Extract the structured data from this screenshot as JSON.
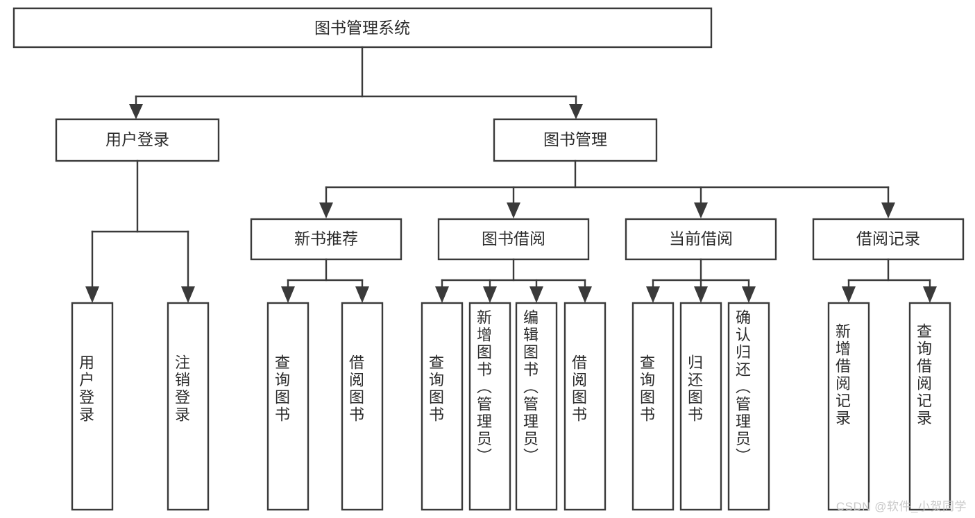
{
  "diagram": {
    "type": "tree-hierarchy",
    "title": "图书管理系统",
    "root": {
      "id": "root",
      "label": "图书管理系统",
      "orientation": "horizontal"
    },
    "level2": [
      {
        "id": "user-login",
        "label": "用户登录",
        "orientation": "horizontal"
      },
      {
        "id": "book-manage",
        "label": "图书管理",
        "orientation": "horizontal"
      }
    ],
    "level3": [
      {
        "id": "new-book-recommend",
        "label": "新书推荐",
        "orientation": "horizontal",
        "parent": "book-manage"
      },
      {
        "id": "book-borrow",
        "label": "图书借阅",
        "orientation": "horizontal",
        "parent": "book-manage"
      },
      {
        "id": "current-borrow",
        "label": "当前借阅",
        "orientation": "horizontal",
        "parent": "book-manage"
      },
      {
        "id": "borrow-record",
        "label": "借阅记录",
        "orientation": "horizontal",
        "parent": "book-manage"
      }
    ],
    "leaves": [
      {
        "id": "leaf-user-login",
        "label": "用户登录",
        "parent": "user-login",
        "orientation": "vertical"
      },
      {
        "id": "leaf-user-logout",
        "label": "注销登录",
        "parent": "user-login",
        "orientation": "vertical"
      },
      {
        "id": "leaf-query-book-1",
        "label": "查询图书",
        "parent": "new-book-recommend",
        "orientation": "vertical"
      },
      {
        "id": "leaf-borrow-book-1",
        "label": "借阅图书",
        "parent": "new-book-recommend",
        "orientation": "vertical"
      },
      {
        "id": "leaf-query-book-2",
        "label": "查询图书",
        "parent": "book-borrow",
        "orientation": "vertical"
      },
      {
        "id": "leaf-add-book",
        "label": "新增图书（管理员）",
        "parent": "book-borrow",
        "orientation": "vertical"
      },
      {
        "id": "leaf-edit-book",
        "label": "编辑图书（管理员）",
        "parent": "book-borrow",
        "orientation": "vertical"
      },
      {
        "id": "leaf-borrow-book-2",
        "label": "借阅图书",
        "parent": "book-borrow",
        "orientation": "vertical"
      },
      {
        "id": "leaf-query-book-3",
        "label": "查询图书",
        "parent": "current-borrow",
        "orientation": "vertical"
      },
      {
        "id": "leaf-return-book",
        "label": "归还图书",
        "parent": "current-borrow",
        "orientation": "vertical"
      },
      {
        "id": "leaf-confirm-return",
        "label": "确认归还（管理员）",
        "parent": "current-borrow",
        "orientation": "vertical"
      },
      {
        "id": "leaf-add-record",
        "label": "新增借阅记录",
        "parent": "borrow-record",
        "orientation": "vertical"
      },
      {
        "id": "leaf-query-record",
        "label": "查询借阅记录",
        "parent": "borrow-record",
        "orientation": "vertical"
      }
    ],
    "colors": {
      "stroke": "#3a3a3a",
      "fill": "#ffffff",
      "text": "#2b2b2b",
      "watermark": "#c9c9c9"
    }
  },
  "watermark": {
    "text": "CSDN @软件_小贺同学"
  }
}
